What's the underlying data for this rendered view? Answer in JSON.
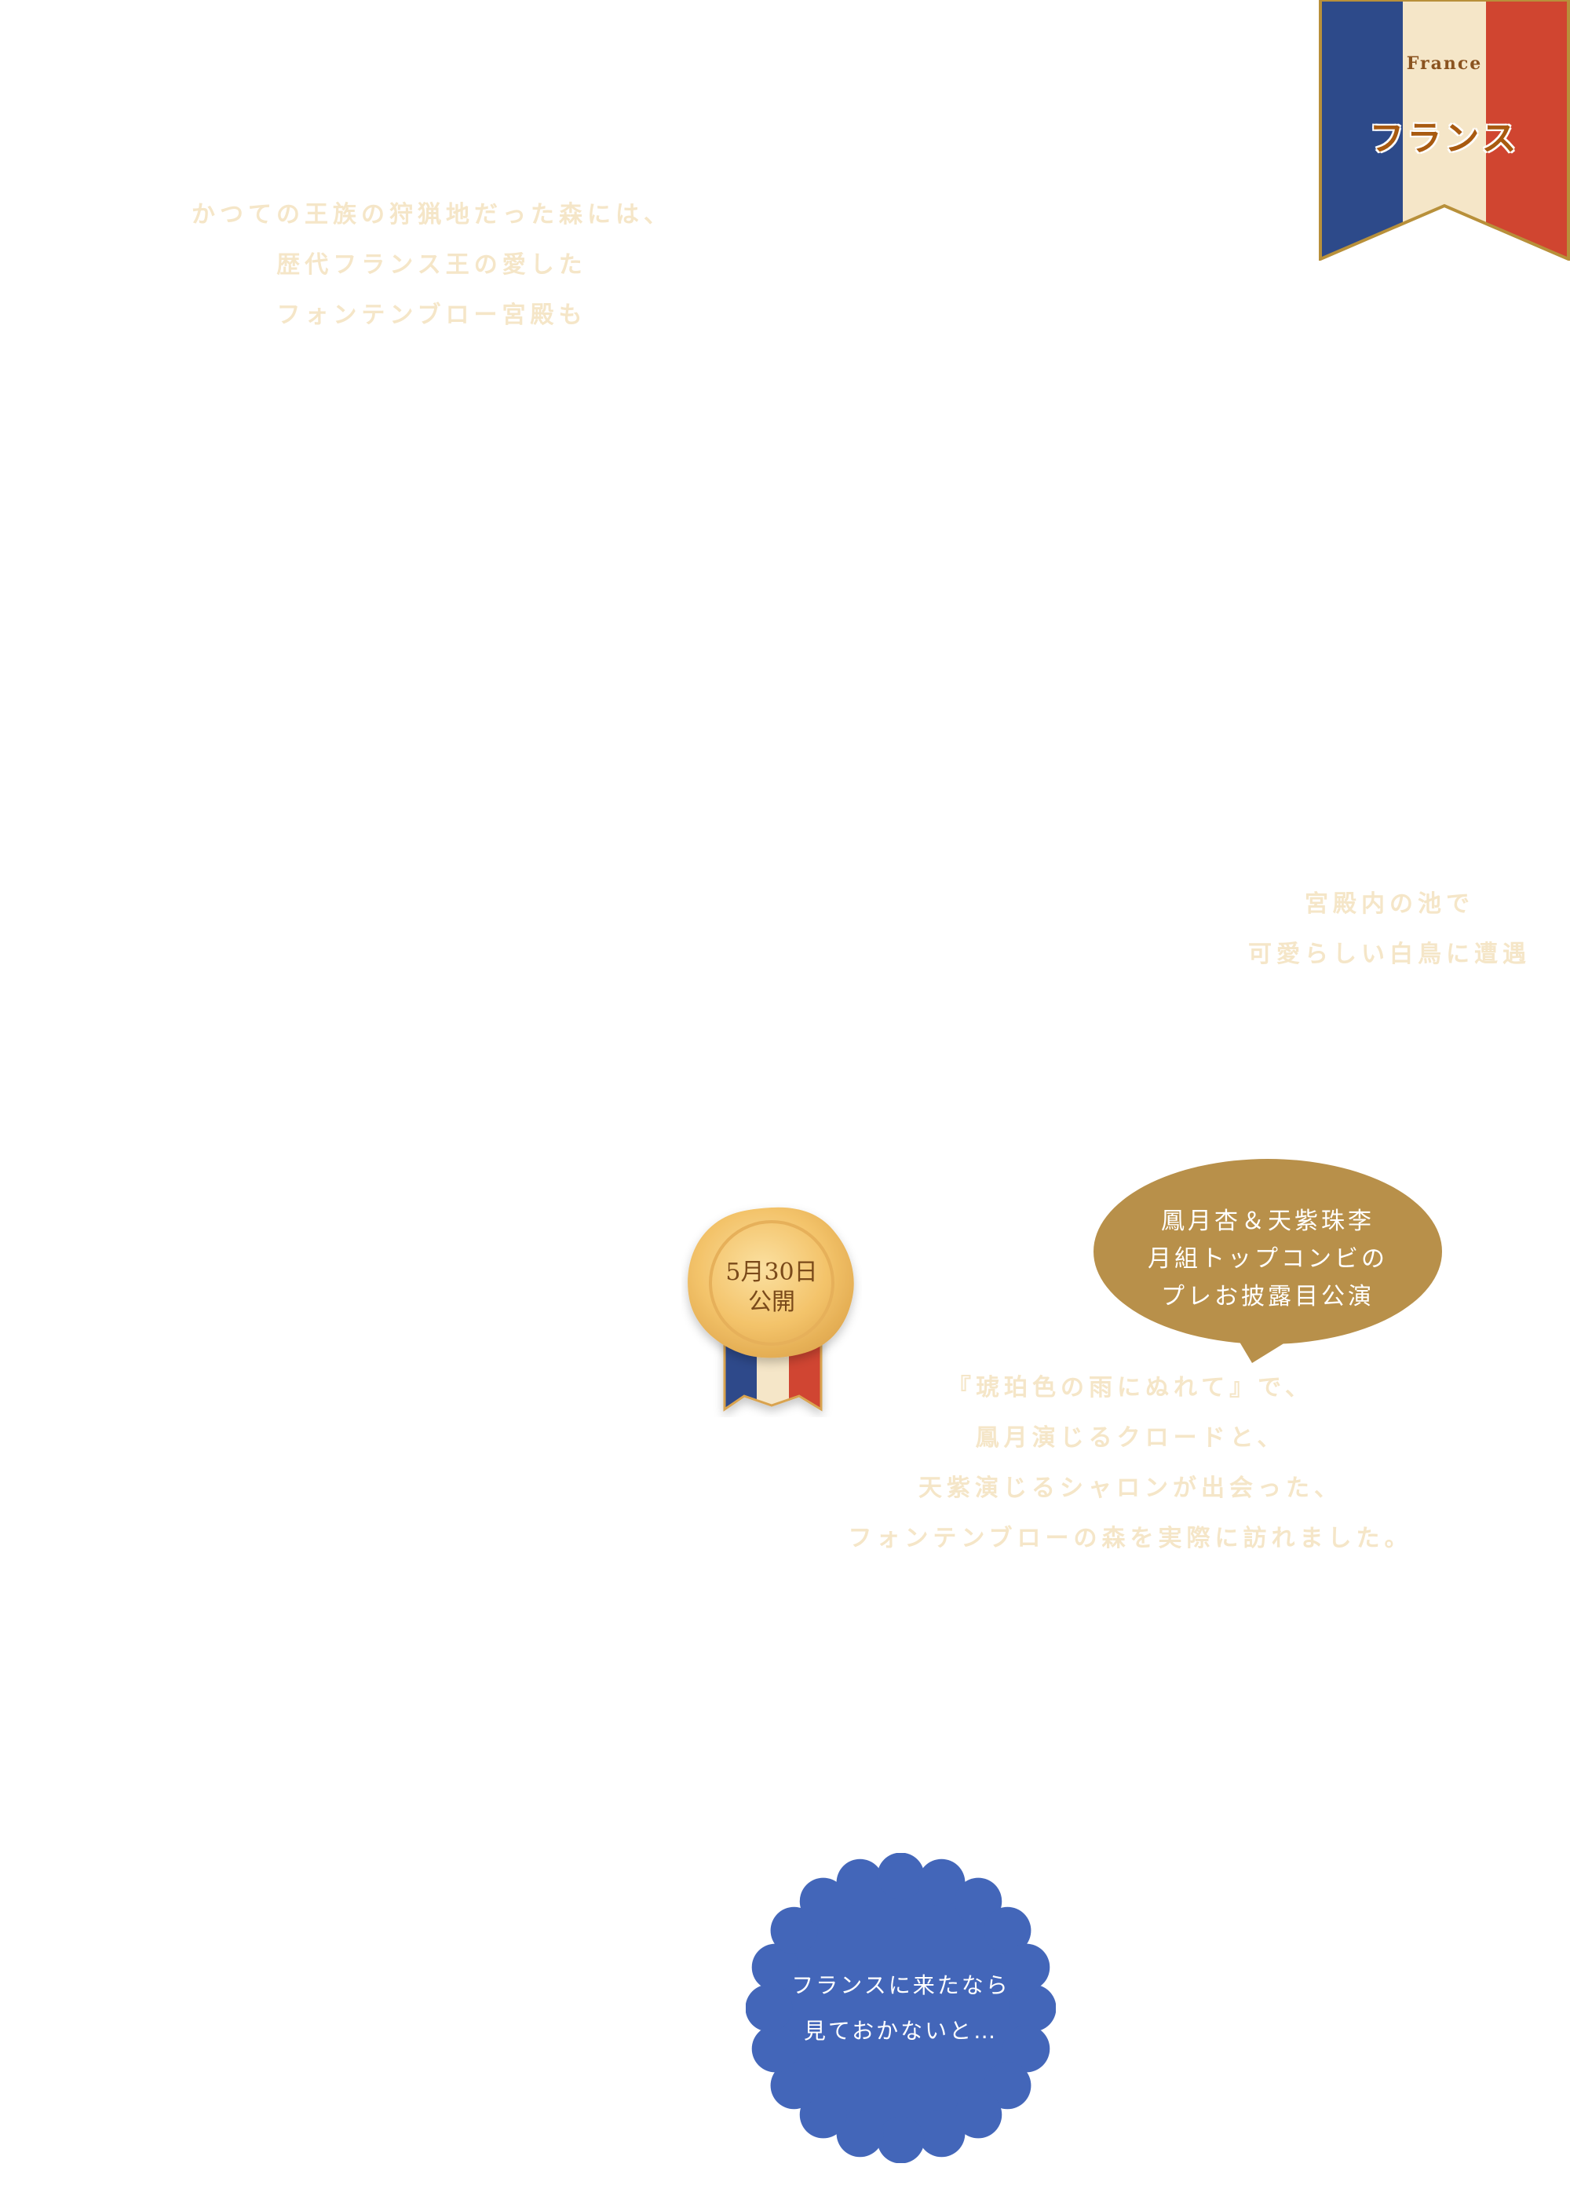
{
  "flag_ribbon": {
    "label_en": "France",
    "label_ja": "フランス",
    "colors": {
      "blue": "#2d4a8a",
      "white": "#f5e6c8",
      "red": "#d04530",
      "border": "#b8903a"
    }
  },
  "captions": {
    "forest": [
      "かつての王族の狩猟地だった森には、",
      "歴代フランス王の愛した",
      "フォンテンブロー宮殿も"
    ],
    "pond": [
      "宮殿内の池で",
      "可愛らしい白鳥に遭遇"
    ],
    "amber": [
      "『琥珀色の雨にぬれて』で、",
      "鳳月演じるクロードと、",
      "天紫演じるシャロンが出会った、",
      "フォンテンブローの森を実際に訪れました。"
    ]
  },
  "seal_badge": {
    "line1": "5月30日",
    "line2": "公開",
    "colors": {
      "gold": "#f3c36a",
      "ribbon_blue": "#2d4a8a",
      "ribbon_white": "#f5e6c8",
      "ribbon_red": "#d04530"
    }
  },
  "speech_bubble": {
    "lines": [
      "鳳月杏＆天紫珠李",
      "月組トップコンビの",
      "プレお披露目公演"
    ],
    "color": "#b8904a"
  },
  "scallop_badge": {
    "lines": [
      "フランスに来たなら",
      "見ておかないと…"
    ],
    "color": "#4366b9"
  }
}
